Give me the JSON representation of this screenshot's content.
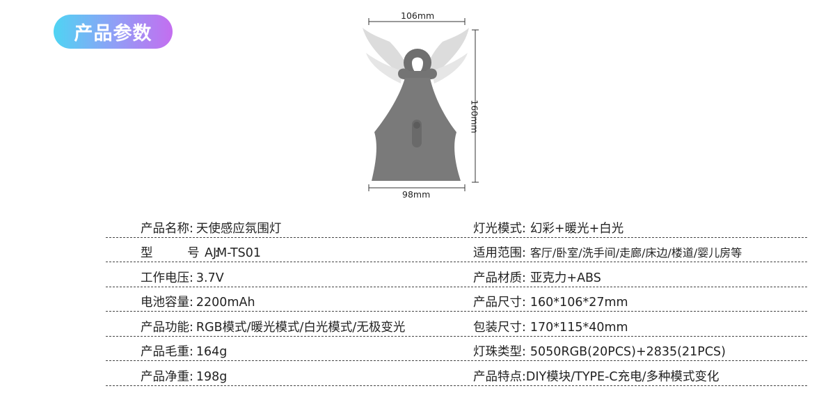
{
  "header": {
    "title": "产品参数"
  },
  "figure": {
    "width_label": "106mm",
    "base_label": "98mm",
    "height_label": "160mm"
  },
  "specs": {
    "left": [
      {
        "label": "产品名称:",
        "value": "天使感应氛围灯"
      },
      {
        "label": "型 号:",
        "value": "AJM-TS01"
      },
      {
        "label": "工作电压:",
        "value": "3.7V"
      },
      {
        "label": "电池容量:",
        "value": "2200mAh"
      },
      {
        "label": "产品功能:",
        "value": "RGB模式/暖光模式/白光模式/无极变光"
      },
      {
        "label": "产品毛重:",
        "value": "164g"
      },
      {
        "label": "产品净重:",
        "value": "198g"
      }
    ],
    "right": [
      {
        "label": "灯光模式:",
        "value": "幻彩+暖光+白光"
      },
      {
        "label": "适用范围:",
        "value": "客厅/卧室/洗手间/走廊/床边/楼道/婴儿房等"
      },
      {
        "label": "产品材质:",
        "value": "亚克力+ABS"
      },
      {
        "label": "产品尺寸:",
        "value": "160*106*27mm"
      },
      {
        "label": "包装尺寸:",
        "value": "170*115*40mm"
      },
      {
        "label": "灯珠类型:",
        "value": "5050RGB(20PCS)+2835(21PCS)"
      },
      {
        "label": "产品特点:",
        "value": "DIY模块/TYPE-C充电/多种模式变化"
      }
    ]
  }
}
